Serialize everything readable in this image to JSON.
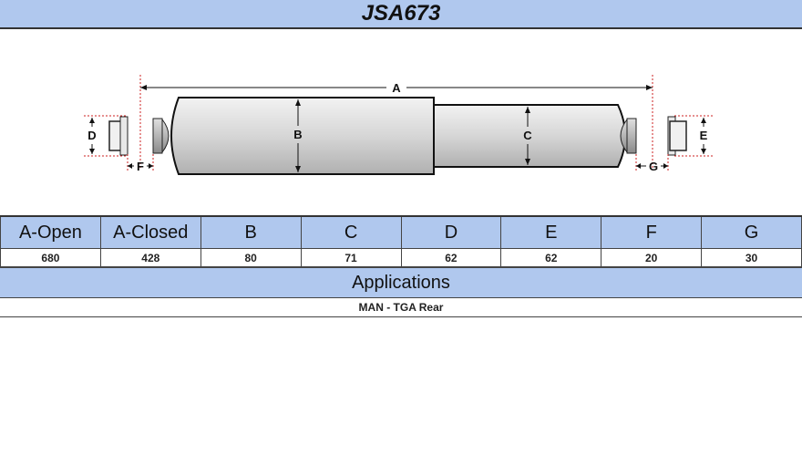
{
  "title": "JSA673",
  "diagram": {
    "labels": {
      "a": "A",
      "b": "B",
      "c": "C",
      "d": "D",
      "e": "E",
      "f": "F",
      "g": "G"
    }
  },
  "dimensions": {
    "headers": [
      "A-Open",
      "A-Closed",
      "B",
      "C",
      "D",
      "E",
      "F",
      "G"
    ],
    "values": [
      "680",
      "428",
      "80",
      "71",
      "62",
      "62",
      "20",
      "30"
    ]
  },
  "applications": {
    "header": "Applications",
    "items": [
      "MAN - TGA Rear"
    ]
  },
  "colors": {
    "header_bg": "#b0c8ee",
    "dimension_line": "#cc2222",
    "body_fill": "#d8d8d8"
  }
}
